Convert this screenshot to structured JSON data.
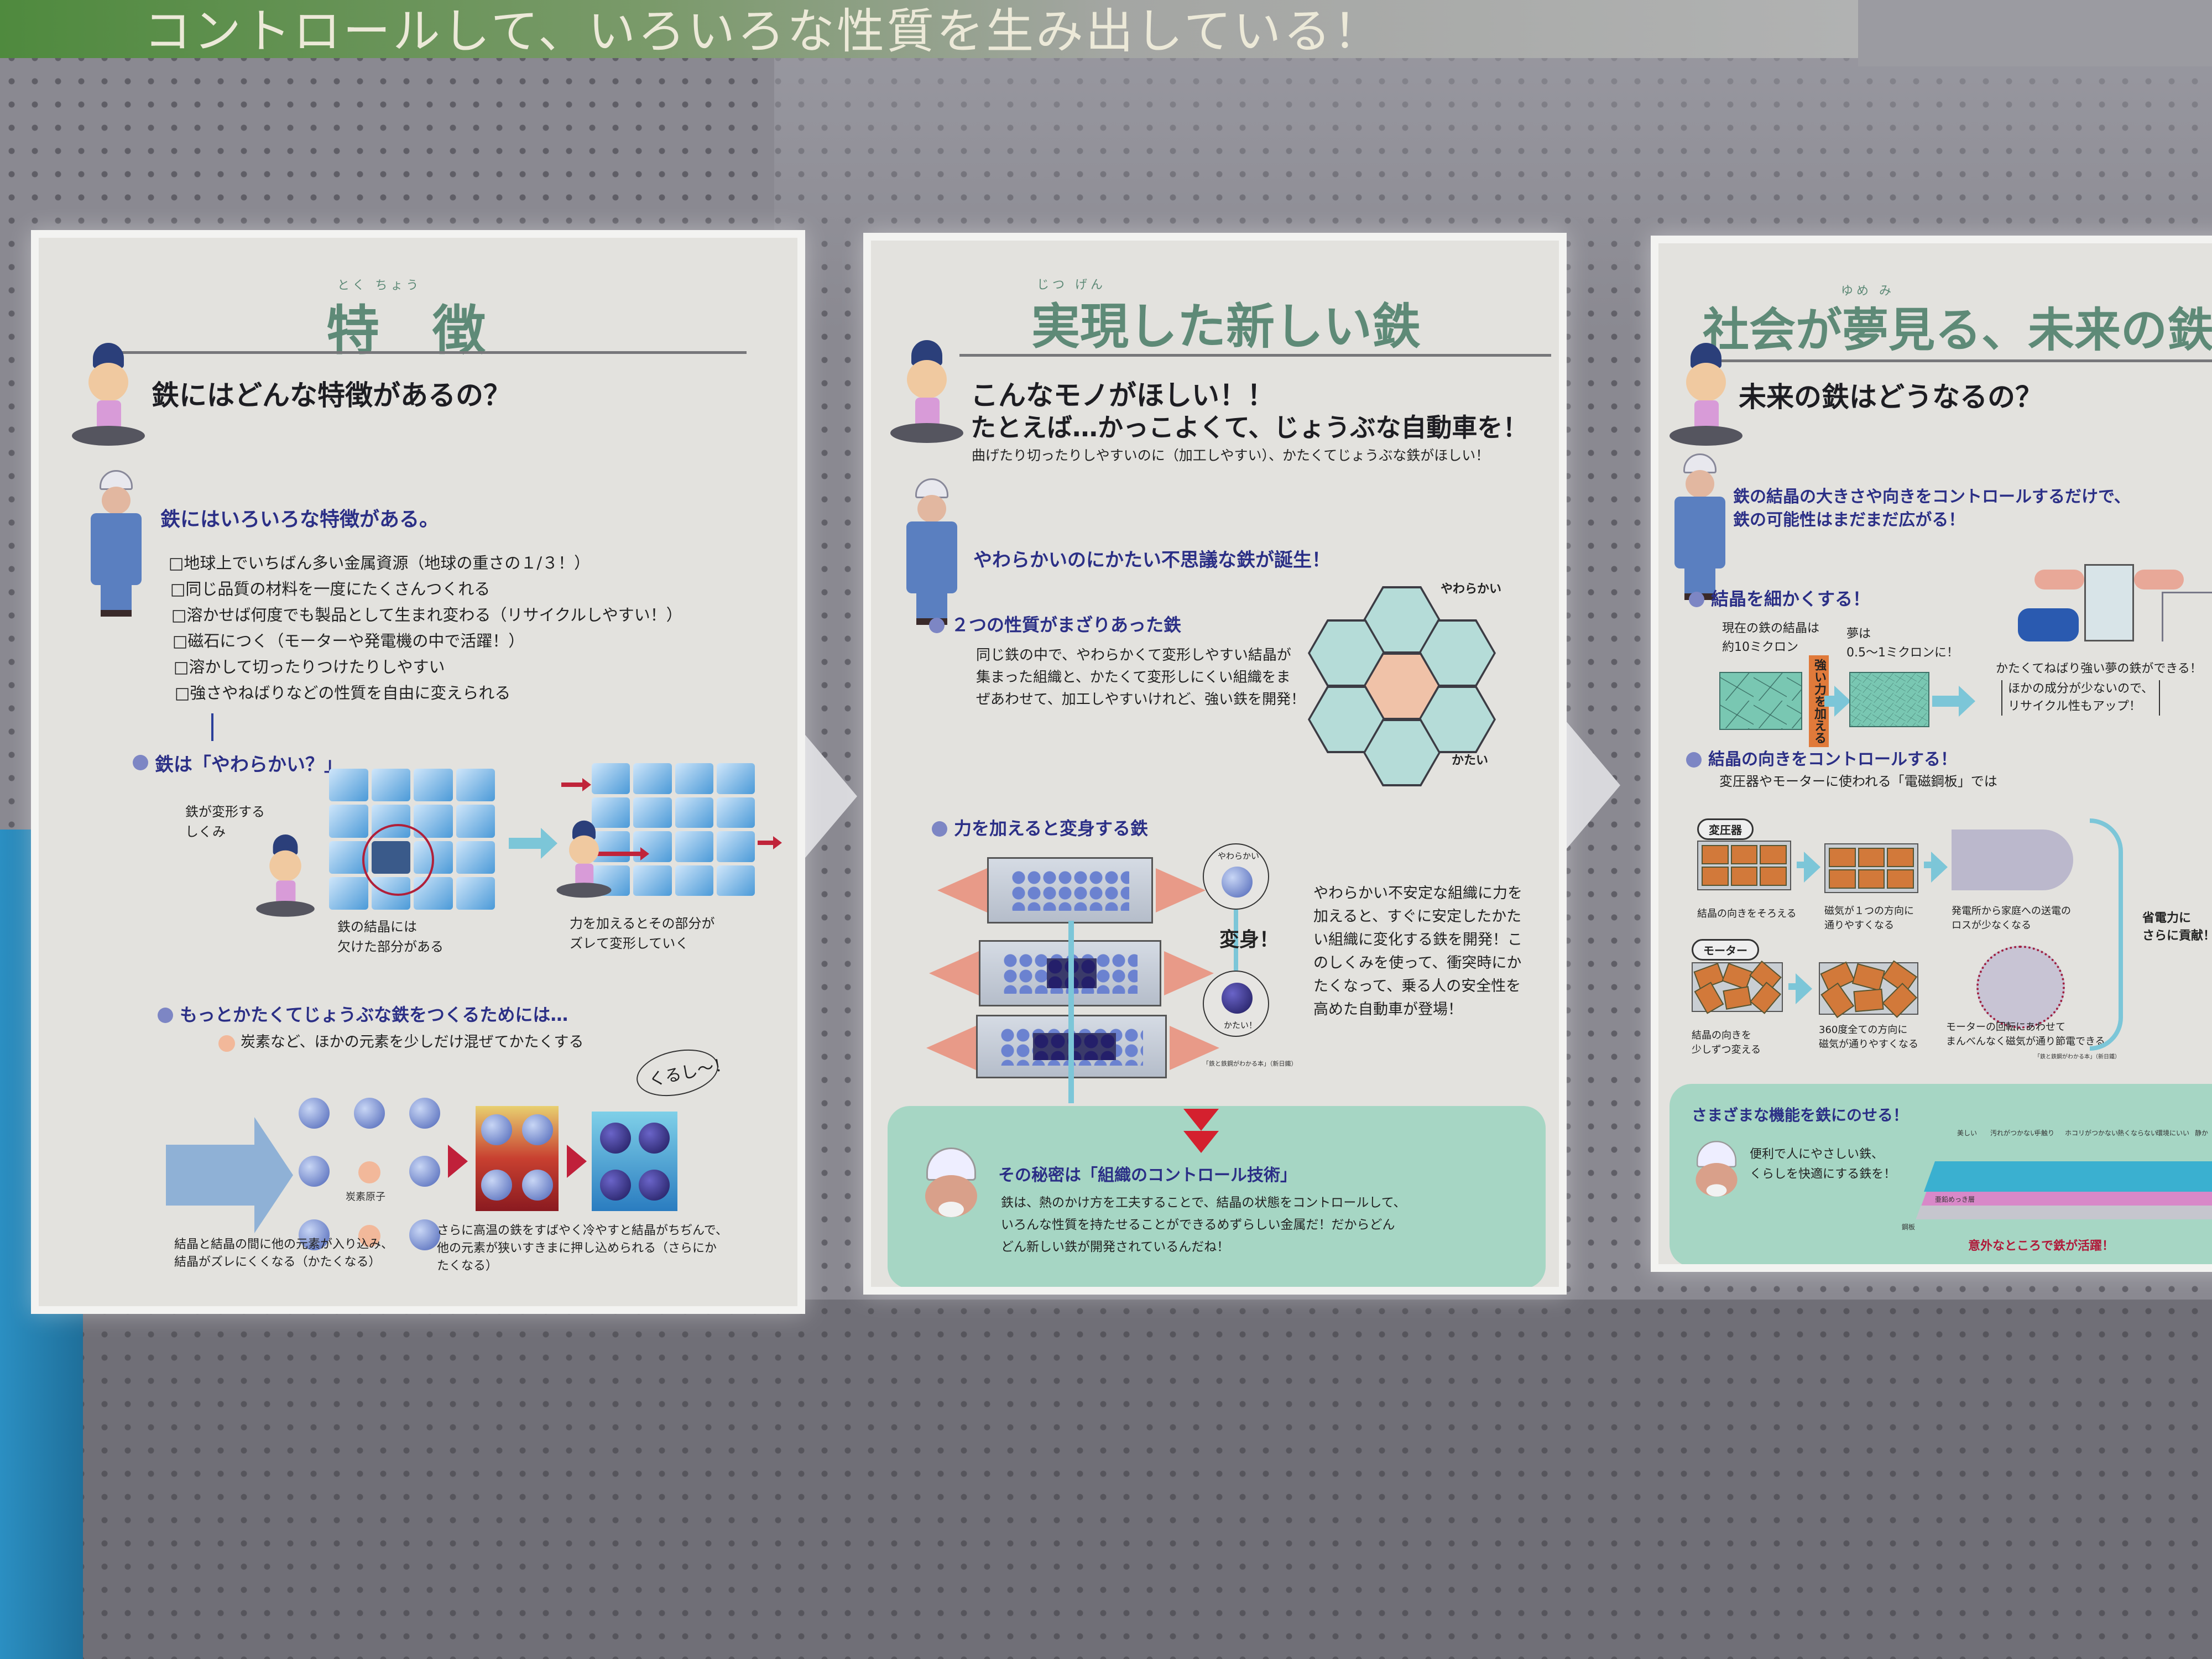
{
  "banner": {
    "text": "コントロールして、いろいろな性質を生み出している！"
  },
  "panel1": {
    "title": "特　徴",
    "title_ruby": "とく ちょう",
    "question": "鉄にはどんな特徴があるの？",
    "heading": "鉄にはいろいろな特徴がある。",
    "features": [
      "□地球上でいちばん多い金属資源（地球の重さの１/３！）",
      "□同じ品質の材料を一度にたくさんつくれる",
      "□溶かせば何度でも製品として生まれ変わる（リサイクルしやすい！）",
      "□磁石につく（モーターや発電機の中で活躍！）",
      "□溶かして切ったりつけたりしやすい",
      "□強さやねばりなどの性質を自由に変えられる"
    ],
    "soft_heading": "鉄は「やわらかい？」",
    "deform_label": [
      "鉄が変形する",
      "しくみ"
    ],
    "defect_label": [
      "鉄の結晶には",
      "欠けた部分がある"
    ],
    "shift_label": [
      "力を加えるとその部分が",
      "ズレて変形していく"
    ],
    "harder_heading": "もっとかたくてじょうぶな鉄をつくるためには…",
    "carbon_note": "炭素など、ほかの元素を少しだけ混ぜてかたくする",
    "carbon_atom_label": "炭素原子",
    "speech": "くるし〜！",
    "caption_left": [
      "結晶と結晶の間に他の元素が入り込み、",
      "結晶がズレにくくなる（かたくなる）"
    ],
    "caption_right": [
      "さらに高温の鉄をすばやく冷やすと結晶がちぢんで、",
      "他の元素が狭いすきまに押し込められる（さらにか",
      "たくなる）"
    ]
  },
  "panel2": {
    "title": "実現した新しい鉄",
    "title_ruby": "じつ げん",
    "question": [
      "こんなモノがほしい！！",
      "たとえば…かっこよくて、じょうぶな自動車を！"
    ],
    "subtext": "曲げたり切ったりしやすいのに（加工しやすい）、かたくてじょうぶな鉄がほしい！",
    "heading": "やわらかいのにかたい不思議な鉄が誕生！",
    "mixed_heading": "２つの性質がまざりあった鉄",
    "mixed_text": [
      "同じ鉄の中で、やわらかくて変形しやすい結晶が",
      "集まった組織と、かたくて変形しにくい組織をま",
      "ぜあわせて、加工しやすいけれど、強い鉄を開発！"
    ],
    "hex_soft": "やわらかい",
    "hex_hard": "かたい",
    "transform_heading": "力を加えると変身する鉄",
    "soft_label": "やわらかい",
    "hard_label": "かたい！",
    "transform_label": "変身！",
    "citation": "「鉄と鉄鋼がわかる本」（新日鐵）",
    "transform_text": [
      "やわらかい不安定な組織に力を",
      "加えると、すぐに安定したかた",
      "い組織に変化する鉄を開発！こ",
      "のしくみを使って、衝突時にか",
      "たくなって、乗る人の安全性を",
      "高めた自動車が登場！"
    ],
    "secret_heading": "その秘密は「組織のコントロール技術」",
    "secret_text": [
      "鉄は、熱のかけ方を工夫することで、結晶の状態をコントロールして、",
      "いろんな性質を持たせることができるめずらしい金属だ！だからどん",
      "どん新しい鉄が開発されているんだね！"
    ]
  },
  "panel3": {
    "title": "社会が夢見る、未来の鉄は",
    "title_ruby": "ゆめ み",
    "question": "未来の鉄はどうなるの？",
    "heading": [
      "鉄の結晶の大きさや向きをコントロールするだけで、",
      "鉄の可能性はまだまだ広がる！"
    ],
    "fine_heading": "結晶を細かくする！",
    "current_label": [
      "現在の鉄の結晶は",
      "約10ミクロン"
    ],
    "dream_label": [
      "夢は",
      "0.5〜1ミクロンに！"
    ],
    "force_label": "強い力を加える",
    "dream_result": "かたくてねばり強い夢の鉄ができる！",
    "recycle_note": [
      "ほかの成分が少ないので、",
      "リサイクル性もアップ！"
    ],
    "orient_heading": "結晶の向きをコントロールする！",
    "orient_sub": "変圧器やモーターに使われる「電磁鋼板」では",
    "transformer_tag": "変圧器",
    "motor_tag": "モーター",
    "transformer_captions": [
      [
        "結晶の向きをそろえる"
      ],
      [
        "磁気が１つの方向に",
        "通りやすくなる"
      ],
      [
        "発電所から家庭への送電の",
        "ロスが少なくなる"
      ]
    ],
    "motor_captions": [
      [
        "結晶の向きを",
        "少しずつ変える"
      ],
      [
        "360度全ての方向に",
        "磁気が通りやすくなる"
      ],
      [
        "モーターの回転にあわせて",
        "まんべんなく磁気が通り節電できる"
      ]
    ],
    "saving_label": [
      "省電力に",
      "さらに貢献！"
    ],
    "citation": "「鉄と鉄鋼がわかる本」（新日鐵）",
    "functions_heading": "さまざまな機能を鉄にのせる！",
    "functions_text": [
      "便利で人にやさしい鉄、",
      "くらしを快適にする鉄を！"
    ],
    "functions": [
      "美しい",
      "汚れがつかない",
      "手触り",
      "ホコリがつかない",
      "熱くならない",
      "環境にいい",
      "静か"
    ],
    "layer_steel": "鋼板",
    "layer_zinc": "亜鉛めっき層",
    "surprise": "意外なところで鉄が活躍！"
  },
  "colors": {
    "title_green": "#5e8a77",
    "heading_blue": "#2b2f86",
    "box_green": "#a6d6c4",
    "accent_red": "#c0203a"
  }
}
